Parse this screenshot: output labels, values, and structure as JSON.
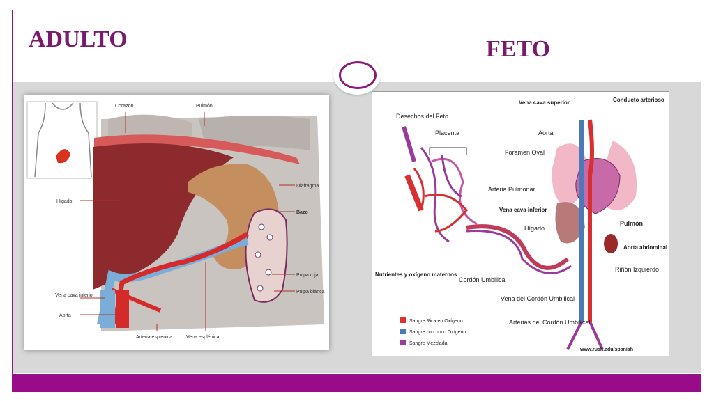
{
  "slide": {
    "title_left": "ADULTO",
    "title_right": "FETO",
    "colors": {
      "accent": "#8a1a7a",
      "footer": "#9a0b8a",
      "background": "#d8d8d8"
    }
  },
  "adult_diagram": {
    "labels": {
      "corazon": "Corazón",
      "pulmon": "Pulmón",
      "higado": "Hígado",
      "diafragma": "Diafragma",
      "bazo": "Bazo",
      "pulpa_roja": "Pulpa roja",
      "pulpa_blanca": "Pulpa blanca",
      "vena_cava": "Vena cava inferior",
      "aorta": "Aorta",
      "arteria_esplenica": "Arteria esplénica",
      "vena_esplenica": "Vena esplénica"
    }
  },
  "fetal_diagram": {
    "labels": {
      "desechos": "Desechos del Feto",
      "placenta": "Placenta",
      "vena_cava_superior": "Vena cava superior",
      "conducto_arterioso": "Conducto arterioso",
      "aorta": "Aorta",
      "foramen_oval": "Foramen Oval",
      "arteria_pulmonar": "Arteria Pulmonar",
      "vena_cava_inferior": "Vena cava inferior",
      "higado": "Hígado",
      "pulmon": "Pulmón",
      "aorta_abdominal": "Aorta abdominal",
      "rinon": "Riñón Izquierdo",
      "nutrientes": "Nutrientes y oxígeno maternos",
      "cordon": "Cordón Umbilical",
      "vena_cordon": "Vena del Cordón Umbilical",
      "arterias_cordon": "Arterias del Cordón Umbilical",
      "credit": "www.rush.edu/spanish"
    },
    "legend": [
      {
        "label": "Sangre Rica en Oxígeno",
        "color": "#e03030"
      },
      {
        "label": "Sangre con poco Oxígeno",
        "color": "#4a7ab8"
      },
      {
        "label": "Sangre Mezclada",
        "color": "#9a3a9a"
      }
    ]
  }
}
